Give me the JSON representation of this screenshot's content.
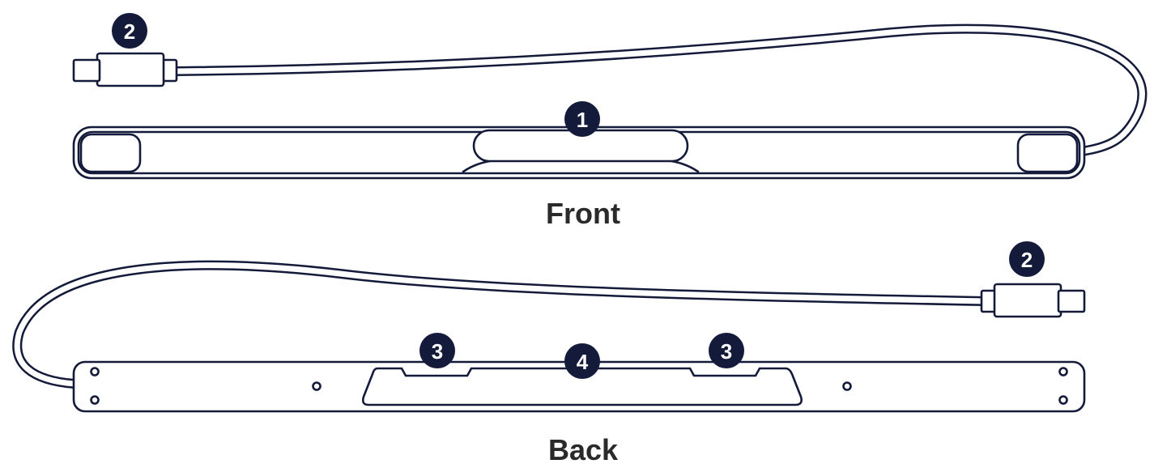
{
  "labels": {
    "front": "Front",
    "back": "Back"
  },
  "callouts": {
    "front_bar": "1",
    "front_connector": "2",
    "back_connector": "2",
    "back_tab_left": "3",
    "back_plate": "4",
    "back_tab_right": "3"
  },
  "colors": {
    "ink": "#141a3a",
    "label_text": "#2a2a2a",
    "background": "#ffffff"
  }
}
